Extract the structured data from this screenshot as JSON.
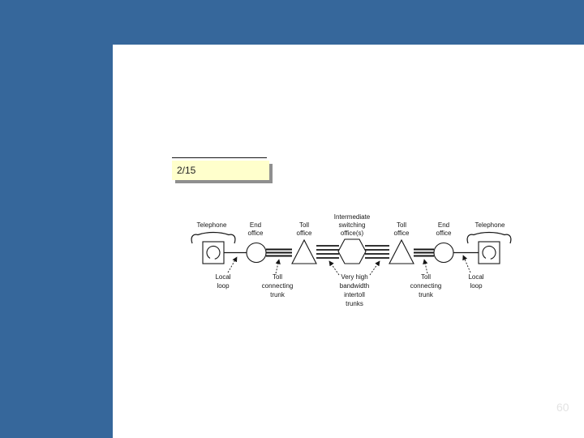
{
  "colors": {
    "window_background": "#36679B",
    "slide_background": "#FFFFFF",
    "note_background": "#FFFFCC",
    "note_shadow": "#8F8F8F",
    "diagram_ink": "#161616",
    "page_number_color": "#E3E3E3"
  },
  "slide": {
    "counter": "2/15",
    "page_number": "60"
  },
  "diagram": {
    "top_labels": [
      {
        "lines": [
          "Telephone"
        ]
      },
      {
        "lines": [
          "End",
          "office"
        ]
      },
      {
        "lines": [
          "Toll",
          "office"
        ]
      },
      {
        "lines": [
          "Intermediate",
          "switching",
          "office(s)"
        ]
      },
      {
        "lines": [
          "Toll",
          "office"
        ]
      },
      {
        "lines": [
          "End",
          "office"
        ]
      },
      {
        "lines": [
          "Telephone"
        ]
      }
    ],
    "bottom_labels": [
      {
        "lines": [
          "Local",
          "loop"
        ]
      },
      {
        "lines": [
          "Toll",
          "connecting",
          "trunk"
        ]
      },
      {
        "lines": [
          "Very high",
          "bandwidth",
          "intertoll",
          "trunks"
        ]
      },
      {
        "lines": [
          "Toll",
          "connecting",
          "trunk"
        ]
      },
      {
        "lines": [
          "Local",
          "loop"
        ]
      }
    ]
  }
}
